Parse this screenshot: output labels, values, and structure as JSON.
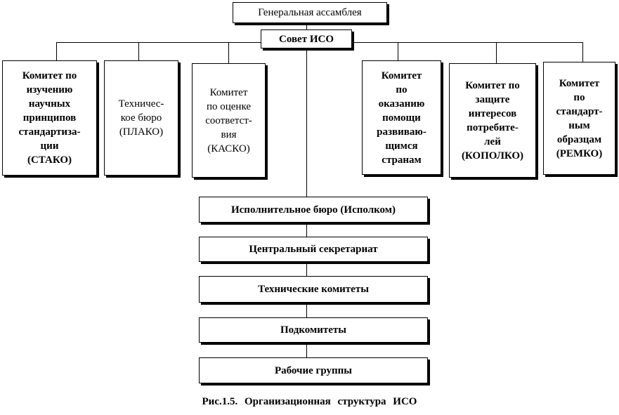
{
  "chart": {
    "general_assembly": "Генеральная ассамблея",
    "council": "Совет ИСО",
    "committees": [
      "Комитет по\nизучению\nнаучных\nпринципов\nстандартиза-\nции\n(СТАКО)",
      "Техничес-\nкое бюро\n(ПЛАКО)",
      "Комитет\nпо оценке\nсоответст-\nвия\n(КАСКО)",
      "Комитет\nпо\nоказанию\nпомощи\nразвиваю-\nщимся\nстранам",
      "Комитет по\nзащите\nинтересов\nпотребите-\nлей\n(КОПОЛКО)",
      "Комитет\nпо\nстандарт-\nным\nобразцам\n(РЕМКО)"
    ],
    "hierarchy": [
      "Исполнительное бюро (Исполком)",
      "Центральный секретариат",
      "Технические комитеты",
      "Подкомитеты",
      "Рабочие группы"
    ]
  },
  "caption": "Рис.1.5. Организационная структура ИСО"
}
